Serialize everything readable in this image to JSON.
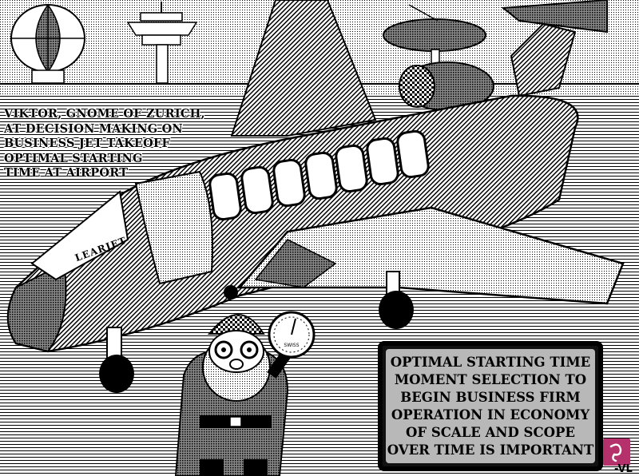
{
  "caption": {
    "lines": [
      "VIKTOR, GNOME OF ZURICH,",
      "AT DECISION MAKING ON",
      "BUSINESS JET TAKEOFF",
      "OPTIMAL STARTING",
      "TIME AT AIRPORT"
    ]
  },
  "plane": {
    "brand": "LEARJET"
  },
  "note": {
    "lines": [
      "OPTIMAL STARTING TIME",
      "MOMENT SELECTION TO",
      "BEGIN BUSINESS FIRM",
      "OPERATION IN ECONOMY",
      "OF SCALE AND SCOPE",
      "OVER TIME IS IMPORTANT"
    ]
  },
  "stopwatch": {
    "label": "SWISS"
  },
  "signature": "-VL",
  "colors": {
    "ink": "#000000",
    "paper": "#ffffff",
    "halftone": "#9a9a9a",
    "logo": "#b5316b",
    "note_bg": "#b8b8b8"
  },
  "icons": {
    "logo": "stylized-script-logo-icon",
    "stopwatch": "stopwatch-icon"
  }
}
